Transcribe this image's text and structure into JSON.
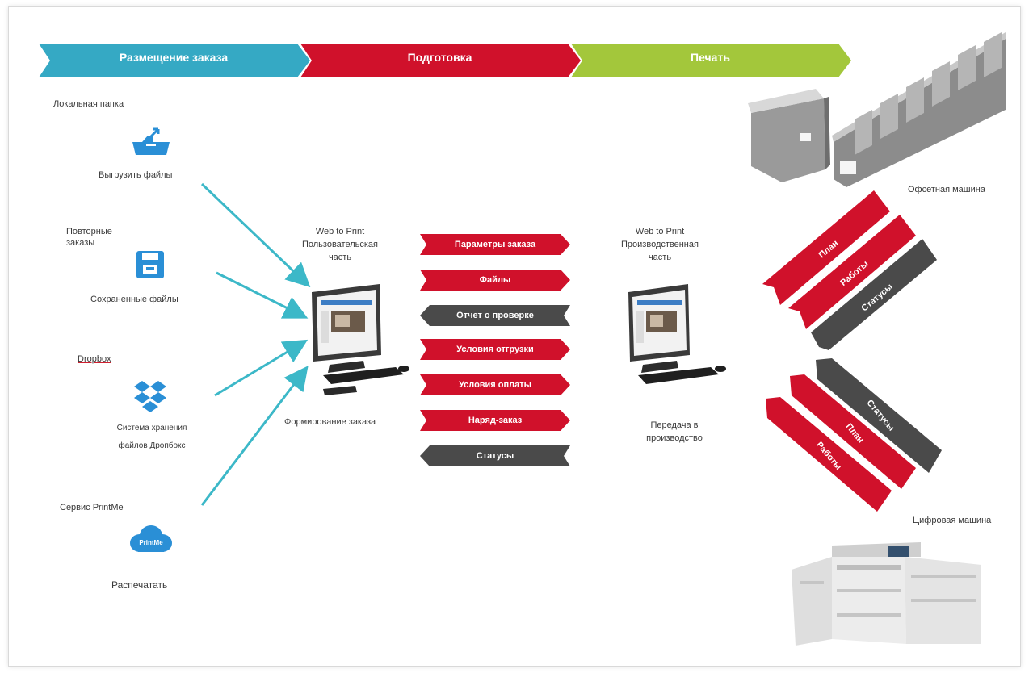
{
  "phases": [
    {
      "label": "Размещение заказа",
      "color": "#35a9c4"
    },
    {
      "label": "Подготовка",
      "color": "#d0112b"
    },
    {
      "label": "Печать",
      "color": "#a3c73b"
    }
  ],
  "sources": {
    "local_folder": "Локальная папка",
    "upload_files": "Выгрузить файлы",
    "repeat_orders": "Повторные заказы",
    "saved_files": "Сохраненные файлы",
    "dropbox": "Dropbox",
    "dropbox_desc_1": "Система хранения",
    "dropbox_desc_2": "файлов Дропбокс",
    "service": "Сервис PrintMe",
    "print": "Распечатать",
    "cloud_label": "PrintMe"
  },
  "frontend": {
    "title_1": "Web to Print",
    "title_2": "Пользовательская",
    "title_3": "часть",
    "caption": "Формирование заказа"
  },
  "middle_arrows": [
    {
      "label": "Параметры заказа",
      "dir": "right",
      "color": "#d0112b"
    },
    {
      "label": "Файлы",
      "dir": "right",
      "color": "#d0112b"
    },
    {
      "label": "Отчет о проверке",
      "dir": "left",
      "color": "#4a4a4a"
    },
    {
      "label": "Условия отгрузки",
      "dir": "right",
      "color": "#d0112b"
    },
    {
      "label": "Условия оплаты",
      "dir": "right",
      "color": "#d0112b"
    },
    {
      "label": "Наряд-заказ",
      "dir": "right",
      "color": "#d0112b"
    },
    {
      "label": "Статусы",
      "dir": "left",
      "color": "#4a4a4a"
    }
  ],
  "backend": {
    "title_1": "Web to Print",
    "title_2": "Производственная",
    "title_3": "часть",
    "caption_1": "Передача в",
    "caption_2": "производство"
  },
  "offset": {
    "label": "Офсетная машина",
    "arrows": [
      "План",
      "Работы",
      "Статусы"
    ]
  },
  "digital": {
    "label": "Цифровая машина",
    "arrows": [
      "Статусы",
      "План",
      "Работы"
    ]
  },
  "colors": {
    "red": "#d0112b",
    "dark": "#4a4a4a",
    "teal": "#3cb8c8",
    "blue": "#2a8fd6"
  }
}
